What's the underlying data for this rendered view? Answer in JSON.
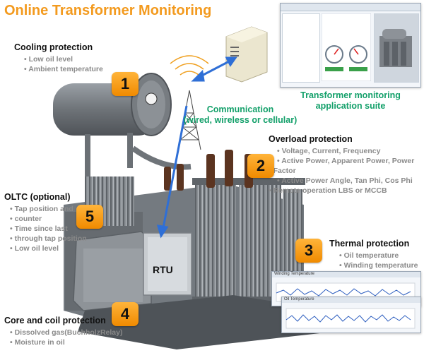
{
  "title": "Online Transformer Monitoring",
  "communication": {
    "line1": "Communication",
    "line2": "(wired, wireless or cellular)"
  },
  "suite": {
    "line1": "Transformer monitoring",
    "line2": "application suite"
  },
  "rtu_label": "RTU",
  "sections": {
    "cooling": {
      "badge": "1",
      "heading": "Cooling protection",
      "items": [
        "Low oil level",
        "Ambient temperature"
      ]
    },
    "overload": {
      "badge": "2",
      "heading": "Overload protection",
      "items": [
        "Voltage, Current, Frequency",
        "Active Power, Apparent Power, Power",
        "Factor",
        "Active Power Angle, Tan Phi, Cos Phi",
        "Remote operation LBS or MCCB"
      ]
    },
    "thermal": {
      "badge": "3",
      "heading": "Thermal protection",
      "items": [
        "Oil temperature",
        "Winding temperature"
      ]
    },
    "core": {
      "badge": "4",
      "heading": "Core and coil protection",
      "items": [
        "Dissolved gas(BuchholzRelay)",
        "Moisture in oil"
      ]
    },
    "oltc": {
      "badge": "5",
      "heading": "OLTC (optional)",
      "items": [
        "Tap position and",
        "counter",
        "Time since last",
        "through tap position",
        "Low oil level"
      ]
    }
  },
  "charts": {
    "winding_title": "Winding Temperature",
    "oil_title": "Oil Temperature"
  },
  "colors": {
    "title": "#f39a1e",
    "badge": "#f5a01e",
    "accent_green": "#13a06a",
    "link_blue": "#2f6fd6",
    "transformer_gray": "#7d8287"
  }
}
